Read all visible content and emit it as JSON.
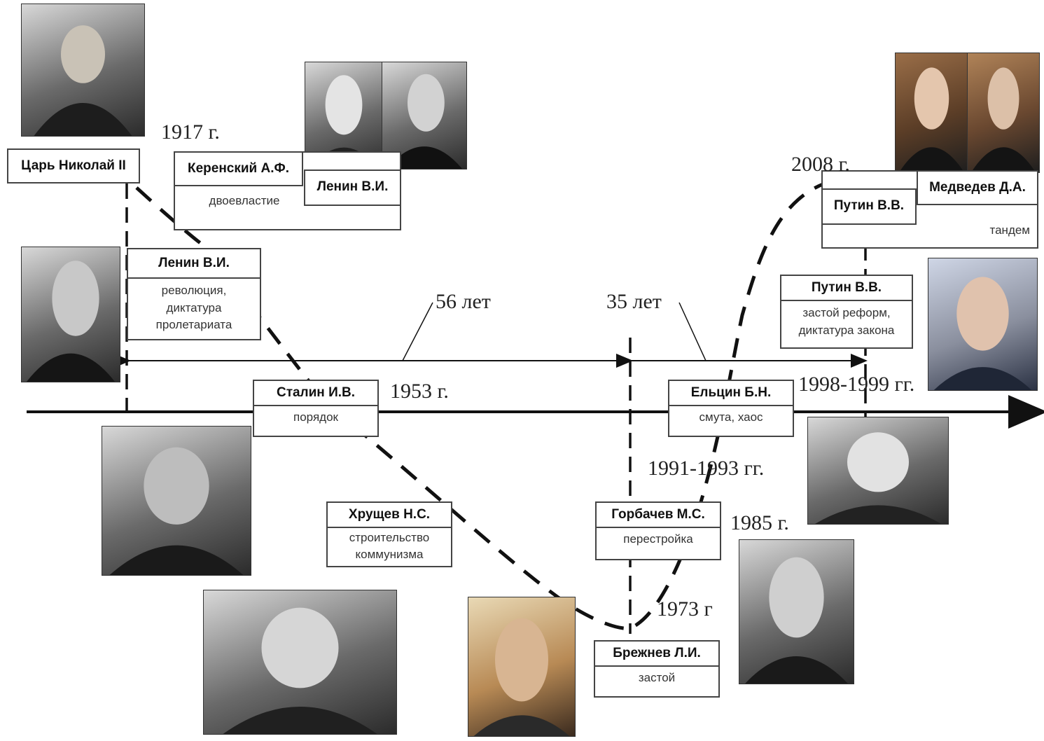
{
  "leaders": [
    {
      "name": "Царь Николай II"
    },
    {
      "name": "Керенский А.Ф.",
      "role": "двоевластие"
    },
    {
      "name": "Ленин В.И."
    },
    {
      "name": "Ленин В.И.",
      "role": "революция,\nдиктатура\nпролетариата"
    },
    {
      "name": "Сталин И.В.",
      "role": "порядок"
    },
    {
      "name": "Хрущев Н.С.",
      "role": "строительство\nкоммунизма"
    },
    {
      "name": "Брежнев Л.И.",
      "role": "застой"
    },
    {
      "name": "Горбачев М.С.",
      "role": "перестройка"
    },
    {
      "name": "Ельцин Б.Н.",
      "role": "смута, хаос"
    },
    {
      "name": "Путин В.В.",
      "role": "застой реформ,\nдиктатура закона"
    },
    {
      "name": "Путин В.В."
    },
    {
      "name": "Медведев Д.А.",
      "role": "тандем"
    }
  ],
  "years": {
    "y1917": "1917 г.",
    "y1953": "1953 г.",
    "y1973": "1973 г",
    "y1985": "1985 г.",
    "y1991": "1991-1993 гг.",
    "y1998": "1998-1999 гг.",
    "y2008": "2008 г."
  },
  "intervals": {
    "a": "56 лет",
    "b": "35 лет"
  },
  "photos": [
    "portrait-nicholas-ii",
    "portrait-kerensky",
    "portrait-lenin-1",
    "portrait-lenin-2",
    "portrait-stalin",
    "portrait-khrushchev",
    "portrait-brezhnev",
    "portrait-gorbachev",
    "portrait-yeltsin",
    "portrait-putin",
    "portrait-medvedev",
    "portrait-putin-2"
  ]
}
